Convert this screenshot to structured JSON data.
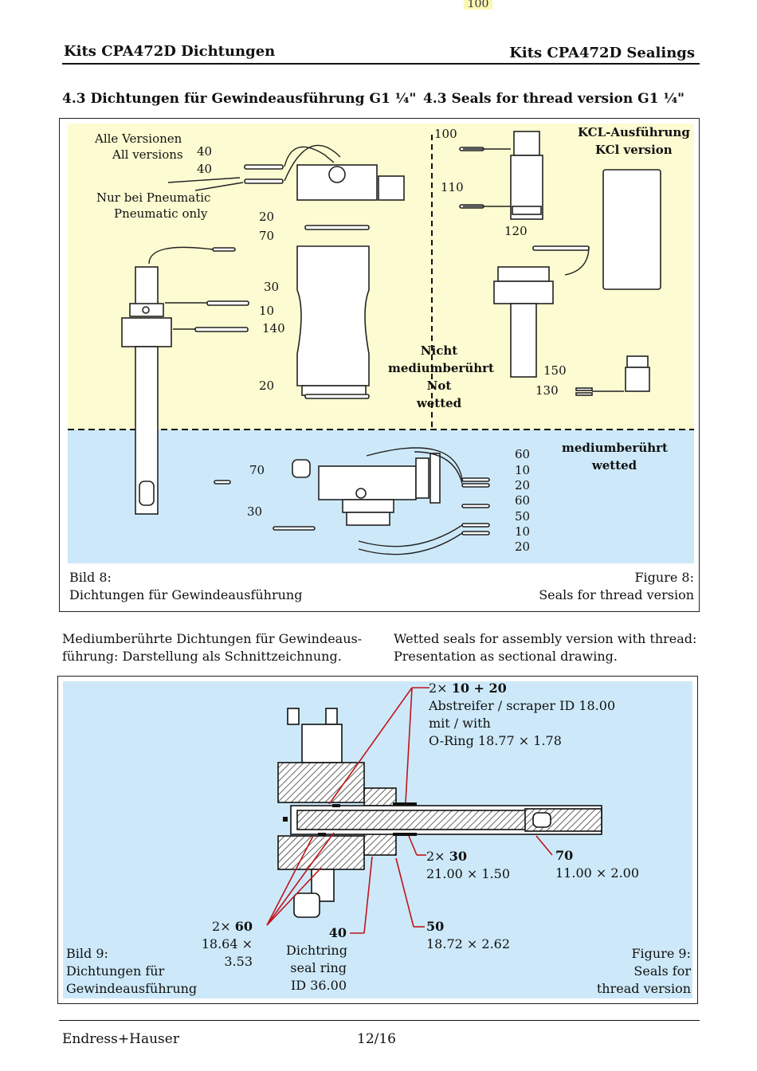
{
  "top_marker": "100",
  "header": {
    "left": "Kits CPA472D Dichtungen",
    "right": "Kits CPA472D Sealings"
  },
  "section": {
    "left": "4.3  Dichtungen für Gewindeausführung G1 ¼\"",
    "right": "4.3  Seals for thread version G1 ¼\""
  },
  "fig8": {
    "labels": {
      "all_versions_de": "Alle Versionen",
      "all_versions_en": "All versions",
      "pneumatic_de": "Nur bei Pneumatic",
      "pneumatic_en": "Pneumatic only",
      "kcl_de": "KCL-Ausführung",
      "kcl_en": "KCl version",
      "not_wetted_1": "Nicht",
      "not_wetted_2": "mediumberührt",
      "not_wetted_3": "Not",
      "not_wetted_4": "wetted",
      "wetted_1": "mediumberührt",
      "wetted_2": "wetted"
    },
    "parts": {
      "p40a": "40",
      "p40b": "40",
      "p20a": "20",
      "p70a": "70",
      "p30a": "30",
      "p10a": "10",
      "p140": "140",
      "p20b": "20",
      "p100": "100",
      "p110": "110",
      "p120": "120",
      "p150": "150",
      "p130": "130",
      "p70b": "70",
      "p30b": "30",
      "r60a": "60",
      "r10a": "10",
      "r20a": "20",
      "r60b": "60",
      "r50": "50",
      "r10b": "10",
      "r20b": "20"
    },
    "caption_left_1": "Bild 8:",
    "caption_left_2": "Dichtungen für Gewindeausführung",
    "caption_right_1": "Figure 8:",
    "caption_right_2": "Seals for thread version"
  },
  "para": {
    "left_1": "Mediumberührte Dichtungen für Gewindeaus-",
    "left_2": "führung: Darstellung als Schnittzeichnung.",
    "right_1": "Wetted seals for assembly version with thread:",
    "right_2": "Presentation as sectional drawing."
  },
  "fig9": {
    "a1_prefix": "2×",
    "a1_bold": "10 + 20",
    "a1_line2": "Abstreifer / scraper ID 18.00",
    "a1_line3": "mit / with",
    "a1_line4": "O-Ring 18.77 × 1.78",
    "a2_prefix": "2×",
    "a2_bold": "30",
    "a2_line2": "21.00 × 1.50",
    "a3_bold": "70",
    "a3_line2": "11.00 × 2.00",
    "a4_prefix": "2×",
    "a4_bold": "60",
    "a4_line2": "18.64 × 3.53",
    "a5_bold": "40",
    "a5_line2": "Dichtring",
    "a5_line3": "seal ring",
    "a5_line4": "ID 36.00",
    "a6_bold": "50",
    "a6_line2": "18.72 × 2.62",
    "caption_left_1": "Bild 9:",
    "caption_left_2": "Dichtungen für",
    "caption_left_3": "Gewindeausführung",
    "caption_right_1": "Figure 9:",
    "caption_right_2": "Seals for",
    "caption_right_3": "thread version"
  },
  "footer": {
    "left": "Endress+Hauser",
    "page": "12/16"
  },
  "colors": {
    "dry_zone": "#fdfbd1",
    "wet_zone": "#cde9f9",
    "callout": "#c0141b"
  }
}
